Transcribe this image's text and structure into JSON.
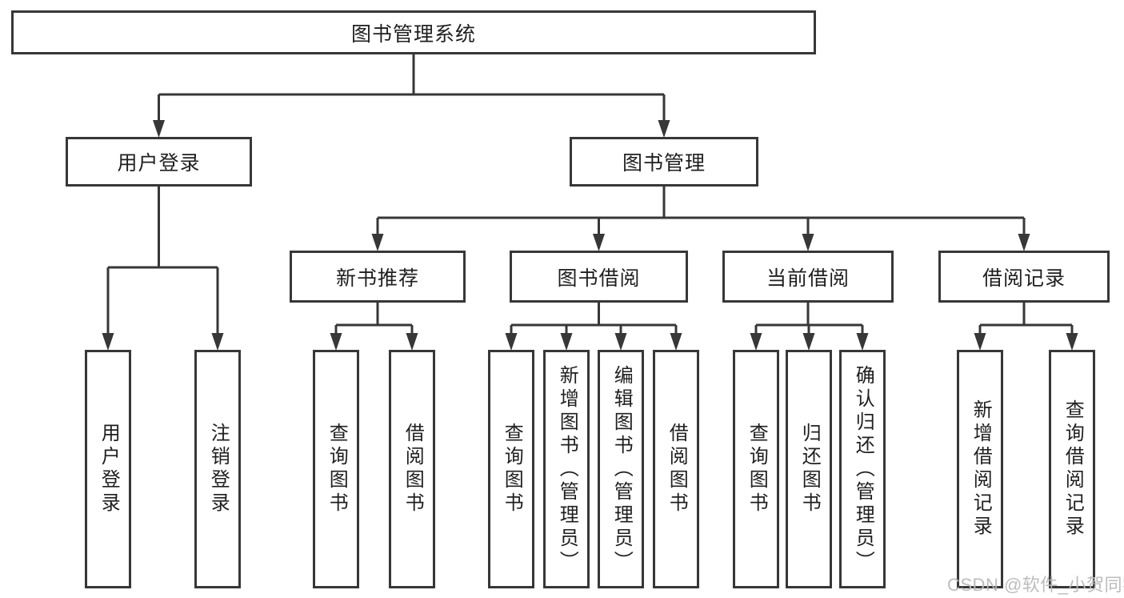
{
  "diagram": {
    "title": "图书管理系统",
    "tree": {
      "label": "图书管理系统",
      "children": [
        {
          "label": "用户登录",
          "children": [
            {
              "label": "用户登录"
            },
            {
              "label": "注销登录"
            }
          ]
        },
        {
          "label": "图书管理",
          "children": [
            {
              "label": "新书推荐",
              "children": [
                {
                  "label": "查询图书"
                },
                {
                  "label": "借阅图书"
                }
              ]
            },
            {
              "label": "图书借阅",
              "children": [
                {
                  "label": "查询图书"
                },
                {
                  "label": "新增图书（管理员）"
                },
                {
                  "label": "编辑图书（管理员）"
                },
                {
                  "label": "借阅图书"
                }
              ]
            },
            {
              "label": "当前借阅",
              "children": [
                {
                  "label": "查询图书"
                },
                {
                  "label": "归还图书"
                },
                {
                  "label": "确认归还（管理员）"
                }
              ]
            },
            {
              "label": "借阅记录",
              "children": [
                {
                  "label": "新增借阅记录"
                },
                {
                  "label": "查询借阅记录"
                }
              ]
            }
          ]
        }
      ]
    },
    "colors": {
      "line": "#373737",
      "box_border": "#373737",
      "text": "#1f1f1f",
      "background": "#ffffff",
      "watermark": "#b9b9b9"
    }
  },
  "watermark": {
    "text": "CSDN @软件_小贺同学"
  }
}
